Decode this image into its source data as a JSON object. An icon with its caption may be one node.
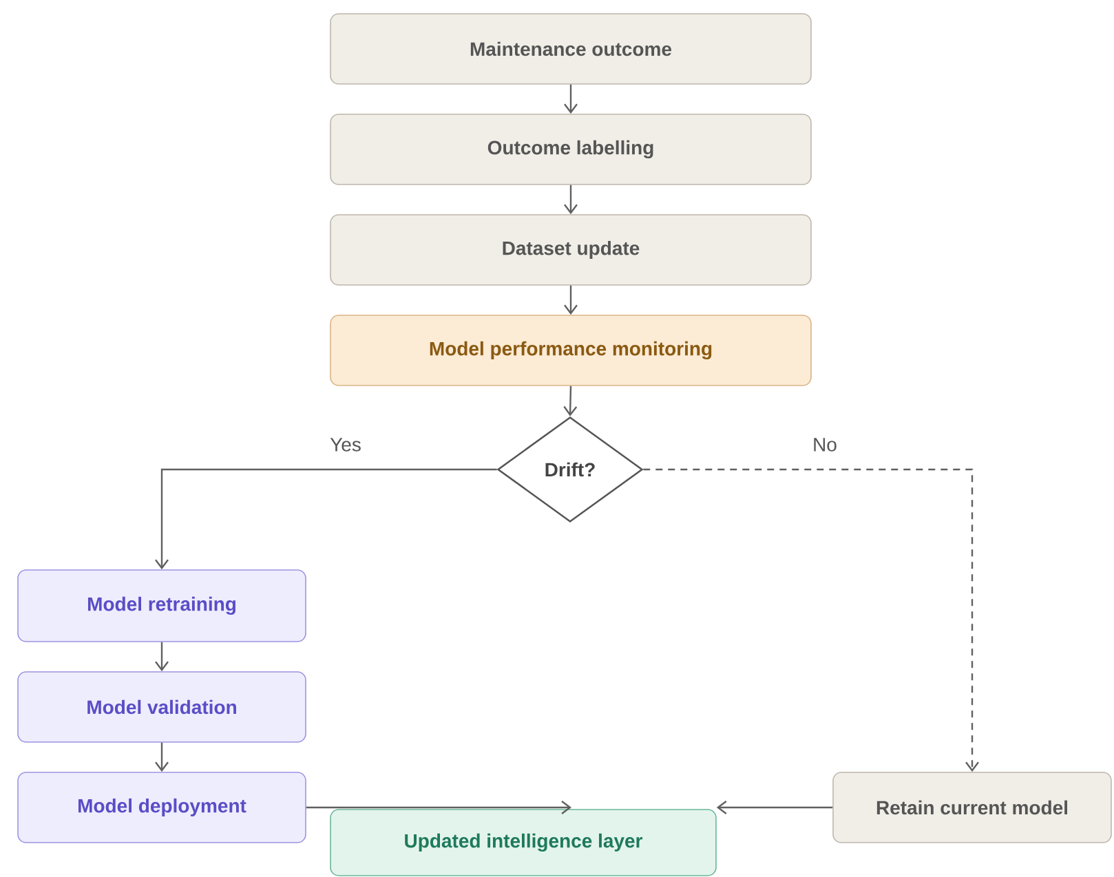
{
  "diagram": {
    "nodes": [
      {
        "text": [
          "Maintenance outcome"
        ]
      },
      {
        "text": [
          "Outcome labelling"
        ]
      },
      {
        "text": [
          "Dataset update"
        ]
      },
      {
        "text": [
          "Model performance monitoring"
        ]
      },
      {
        "text": [
          "Drift?"
        ]
      },
      {
        "text": [
          "Model retraining"
        ]
      },
      {
        "text": [
          "Model validation"
        ]
      },
      {
        "text": [
          "Model deployment"
        ]
      },
      {
        "text": [
          "Updated intelligence layer"
        ]
      },
      {
        "text": [
          "Retain current model"
        ]
      }
    ],
    "edges": [
      {
        "from": 0,
        "to": 1,
        "arrow": "to"
      },
      {
        "from": 1,
        "to": 2,
        "arrow": "to"
      },
      {
        "from": 2,
        "to": 3,
        "arrow": "to"
      },
      {
        "from": 3,
        "to": 4,
        "arrow": "to"
      },
      {
        "from": 4,
        "to": 5,
        "arrow": "to",
        "label": "Yes"
      },
      {
        "from": 4,
        "to": 9,
        "arrow": "to",
        "label": "No",
        "style": "dashed"
      },
      {
        "from": 5,
        "to": 6,
        "arrow": "to"
      },
      {
        "from": 6,
        "to": 7,
        "arrow": "to"
      },
      {
        "from": 7,
        "to": 8,
        "arrow": "to"
      },
      {
        "from": 9,
        "to": 8,
        "arrow": "to"
      }
    ]
  }
}
